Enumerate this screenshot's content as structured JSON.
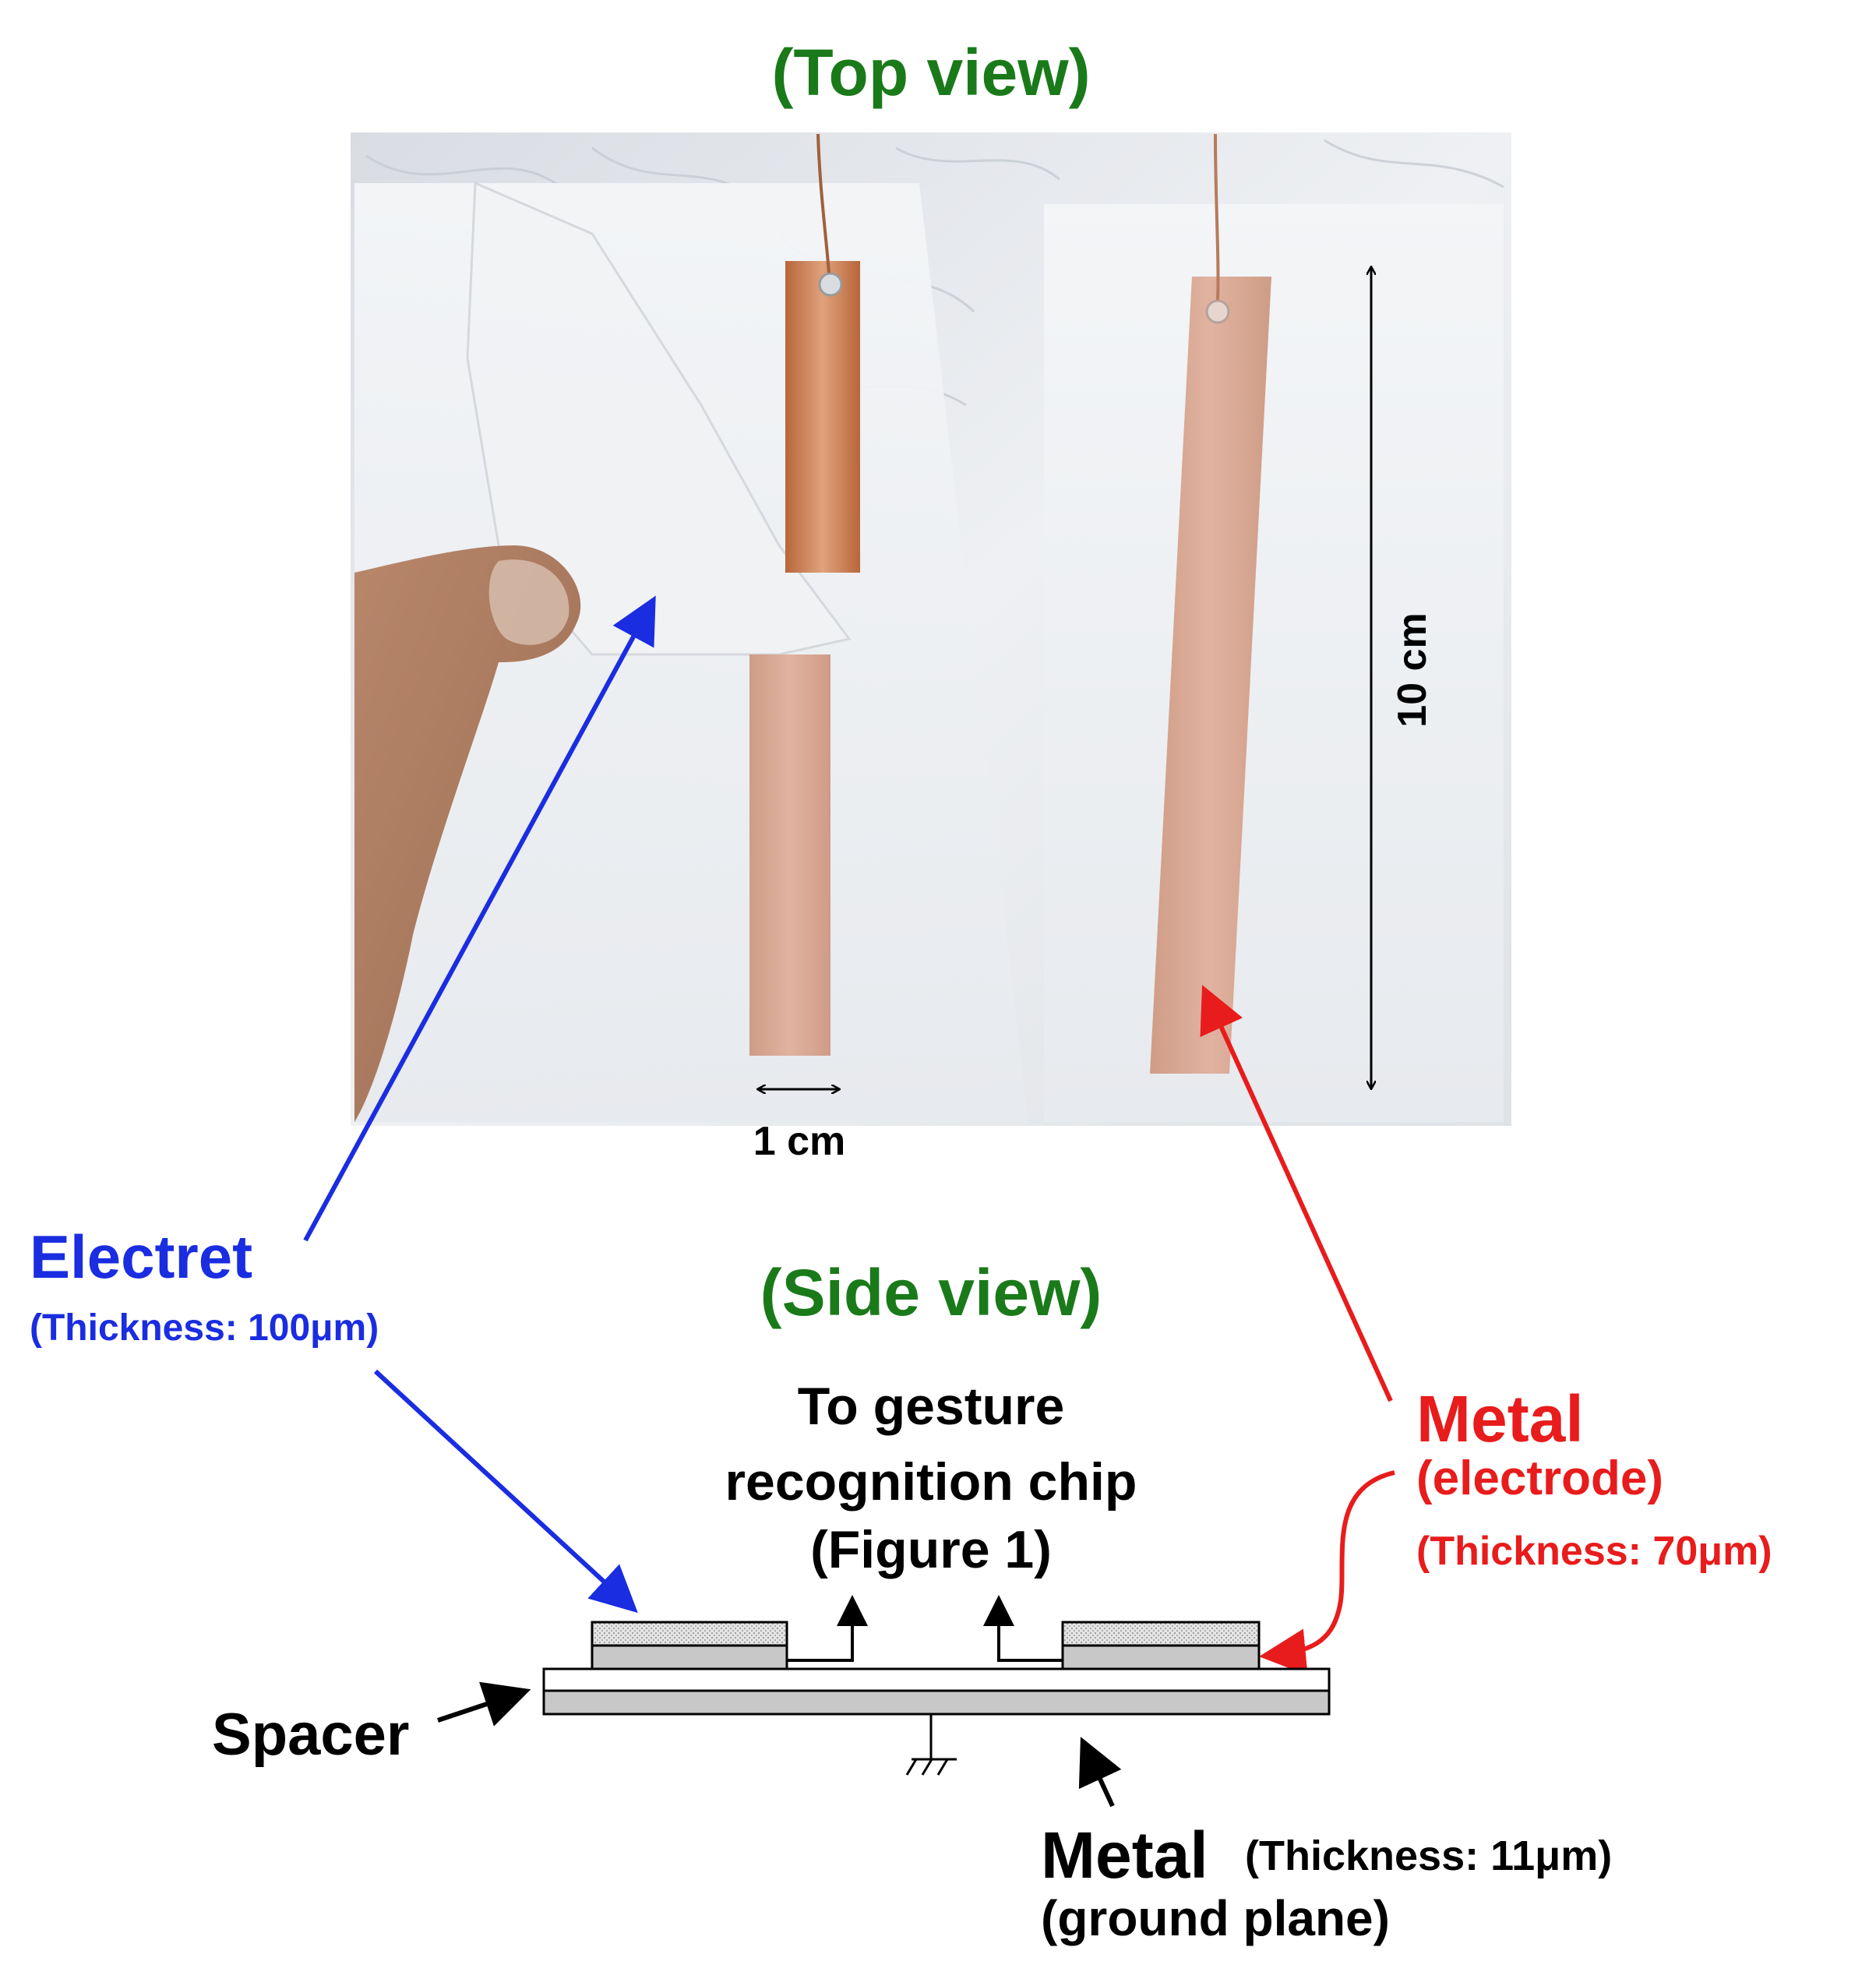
{
  "titles": {
    "top_view": "(Top view)",
    "side_view": "(Side view)"
  },
  "photo": {
    "dim_width": "1 cm",
    "dim_length": "10 cm"
  },
  "labels": {
    "electret": "Electret",
    "electret_thickness": "(Thickness: 100μm)",
    "to_chip_line1": "To gesture",
    "to_chip_line2": "recognition chip",
    "to_chip_line3": "(Figure 1)",
    "metal_electrode": "Metal",
    "metal_electrode_sub": "(electrode)",
    "metal_electrode_thickness": "(Thickness: 70μm)",
    "spacer": "Spacer",
    "metal_ground": "Metal",
    "metal_ground_thickness": "(Thickness: 11μm)",
    "metal_ground_sub": "(ground plane)"
  },
  "colors": {
    "title_green": "#1a7a1a",
    "electret_blue": "#1a2de0",
    "metal_red": "#e81c1c",
    "copper": "#c98a6a",
    "layer_gray": "#c8c8c8"
  }
}
